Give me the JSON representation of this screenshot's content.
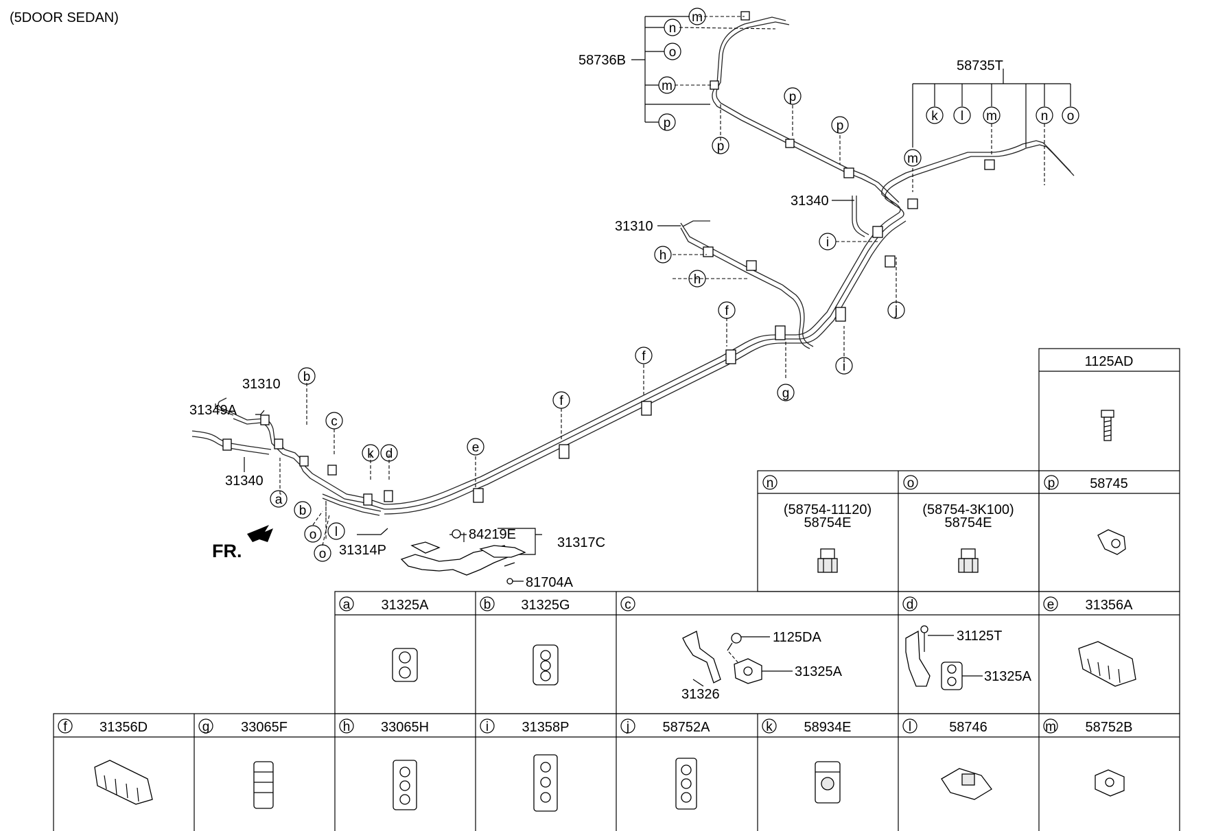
{
  "title": "(5DOOR SEDAN)",
  "direction_label": "FR.",
  "diagram_labels": {
    "p58736B": "58736B",
    "p58735T": "58735T",
    "p31340_top": "31340",
    "p31310_mid": "31310",
    "p31310_left": "31310",
    "p31349A": "31349A",
    "p31340_left": "31340",
    "p84219E": "84219E",
    "p31317C": "31317C",
    "p31314P": "31314P",
    "p81704A": "81704A"
  },
  "parts_table": {
    "top_cells": [
      {
        "letter": "",
        "part": "1125AD",
        "icon": "bolt-icon"
      },
      {
        "letter": "n",
        "part": "58754E",
        "alt": "(58754-11120)",
        "icon": "fitting-icon"
      },
      {
        "letter": "o",
        "part": "58754E",
        "alt": "(58754-3K100)",
        "icon": "fitting-icon"
      },
      {
        "letter": "p",
        "part": "58745",
        "icon": "clip-icon"
      }
    ],
    "row1": [
      {
        "letter": "a",
        "part": "31325A",
        "icon": "clamp-icon"
      },
      {
        "letter": "b",
        "part": "31325G",
        "icon": "clamp-icon"
      },
      {
        "letter": "c",
        "part": "",
        "callouts": [
          "1125DA",
          "31325A",
          "31326"
        ],
        "icon": "bracket-icon"
      },
      {
        "letter": "d",
        "part": "",
        "callouts": [
          "31125T",
          "31325A"
        ],
        "icon": "bracket-icon"
      },
      {
        "letter": "e",
        "part": "31356A",
        "icon": "clip-icon"
      }
    ],
    "row2": [
      {
        "letter": "f",
        "part": "31356D",
        "icon": "clip-icon"
      },
      {
        "letter": "g",
        "part": "33065F",
        "icon": "clip-icon"
      },
      {
        "letter": "h",
        "part": "33065H",
        "icon": "clip-icon"
      },
      {
        "letter": "i",
        "part": "31358P",
        "icon": "clip-icon"
      },
      {
        "letter": "j",
        "part": "58752A",
        "icon": "clip-icon"
      },
      {
        "letter": "k",
        "part": "58934E",
        "icon": "clip-icon"
      },
      {
        "letter": "l",
        "part": "58746",
        "icon": "clip-icon"
      },
      {
        "letter": "m",
        "part": "58752B",
        "icon": "clip-icon"
      }
    ]
  }
}
